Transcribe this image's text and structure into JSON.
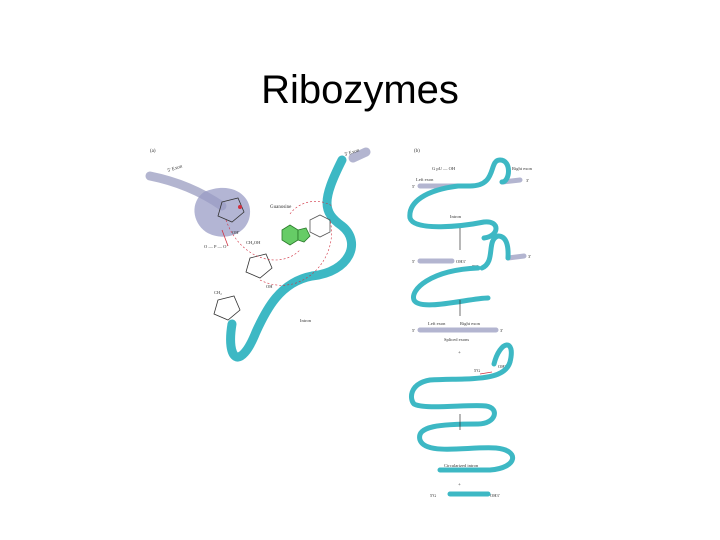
{
  "slide": {
    "title": "Ribozymes"
  },
  "colors": {
    "rna_strand": "#3db8c4",
    "exon": "#b3b5d0",
    "guanosine_highlight": "#9a9cc6",
    "guanine_ring": "#66cc66",
    "arrow": "#d03040",
    "text": "#333333"
  },
  "panel_a": {
    "letter": "(a)",
    "five_prime_exon": "5' Exon",
    "three_prime_exon": "3' Exon",
    "guanosine": "Guanosine",
    "intron": "Intron",
    "phosphate": "O — P — O⁻",
    "ch2oh": "CH₂OH",
    "ch2": "CH₂",
    "oh": "OH",
    "oh_prime": "OH'"
  },
  "panel_b": {
    "letter": "(b)",
    "step1": {
      "gpu": "G pU — OH",
      "left_exon": "Left exon",
      "right_exon": "Right exon",
      "five": "5'",
      "three": "3'",
      "intron": "Intron"
    },
    "step2": {
      "five": "5'",
      "oh": "OH3'",
      "g": "5'G",
      "three": "3'"
    },
    "step3": {
      "left_exon": "Left exon",
      "right_exon": "Right exon",
      "five": "5'",
      "three": "3'",
      "spliced": "Spliced exons",
      "plus": "+"
    },
    "step4": {
      "oh": "OH3'",
      "g": "5'G"
    },
    "step5": {
      "circularized": "Circularized intron",
      "plus": "+",
      "g": "5'G",
      "oh": "OH3'"
    }
  }
}
